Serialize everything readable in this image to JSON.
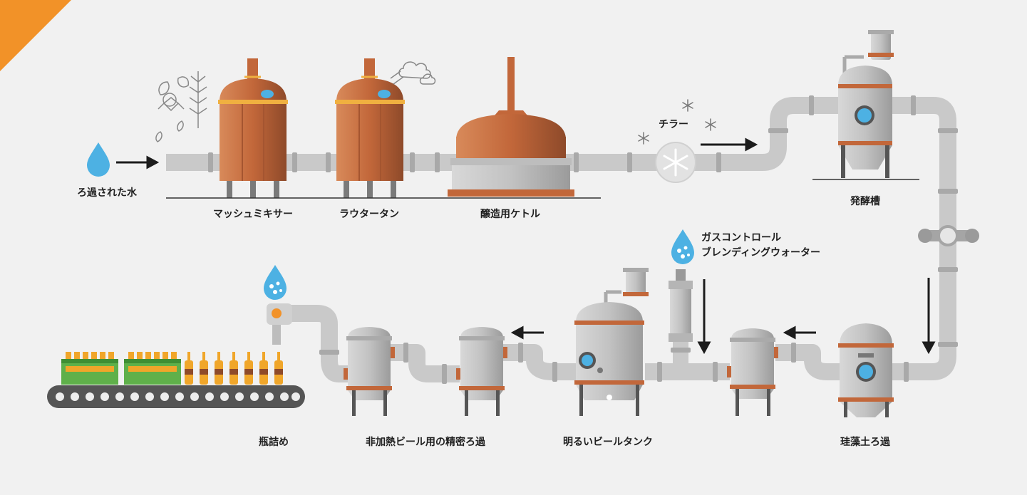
{
  "labels": {
    "filtered_water": "ろ過された水",
    "mash_mixer": "マッシュミキサー",
    "lauter_tun": "ラウタータン",
    "brew_kettle": "醸造用ケトル",
    "chiller": "チラー",
    "fermenter": "発酵槽",
    "gas_control_line1": "ガスコントロール",
    "gas_control_line2": "ブレンディングウォーター",
    "bottling": "瓶詰め",
    "fine_filtration": "非加熱ビール用の精密ろ過",
    "bright_beer_tank": "明るいビールタンク",
    "diatomaceous_filter": "珪藻土ろ過"
  },
  "colors": {
    "background": "#f1f1f1",
    "copper": "#c2673a",
    "copper_light": "#d88a5a",
    "copper_dark": "#8e4a2a",
    "pipe": "#c9c9c9",
    "steel": "#c7c7c7",
    "water_blue": "#4db1e3",
    "accent_orange": "#f29228",
    "bottle_amber": "#f0a62a",
    "crate_green": "#5fb04a",
    "conveyor": "#555555"
  }
}
